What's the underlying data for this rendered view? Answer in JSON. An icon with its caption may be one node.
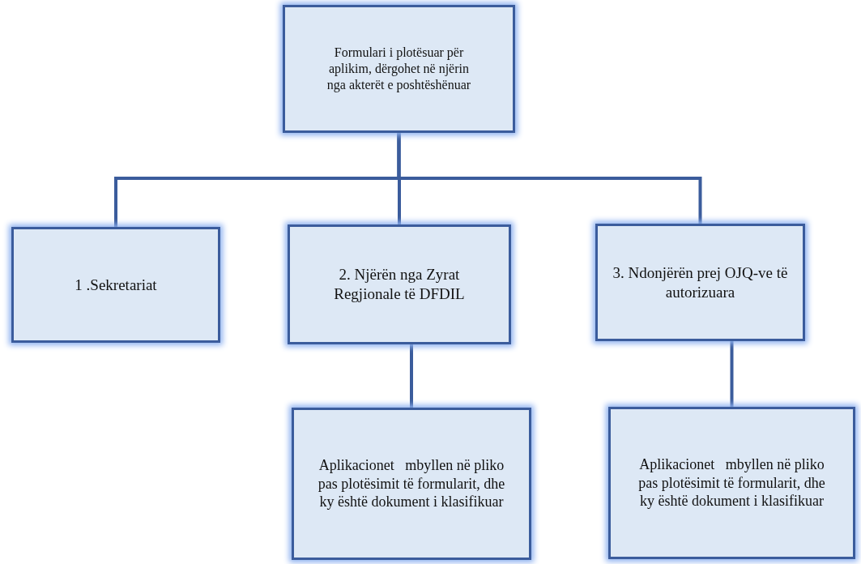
{
  "diagram": {
    "nodes": [
      {
        "text": [
          "Formulari i plotësuar për aplikim, dërgohet në njërin nga akterët e poshtëshënuar"
        ]
      },
      {
        "text": [
          "1 .Sekretariat"
        ]
      },
      {
        "text": [
          "2. Njërën nga Zyrat Regjionale të DFDIL"
        ]
      },
      {
        "text": [
          "3. Ndonjërën prej OJQ-ve të autorizuara"
        ]
      },
      {
        "text": [
          "Aplikacionet   mbyllen në pliko pas plotësimit të formularit, dhe ky është dokument i klasifikuar"
        ]
      },
      {
        "text": [
          "Aplikacionet   mbyllen në pliko pas plotësimit të formularit, dhe ky është dokument i klasifikuar"
        ]
      }
    ],
    "edges": [
      {
        "from": 0,
        "to": 1,
        "arrow": "none"
      },
      {
        "from": 0,
        "to": 2,
        "arrow": "none"
      },
      {
        "from": 0,
        "to": 3,
        "arrow": "none"
      },
      {
        "from": 2,
        "to": 4,
        "arrow": "none"
      },
      {
        "from": 3,
        "to": 5,
        "arrow": "none"
      }
    ]
  }
}
